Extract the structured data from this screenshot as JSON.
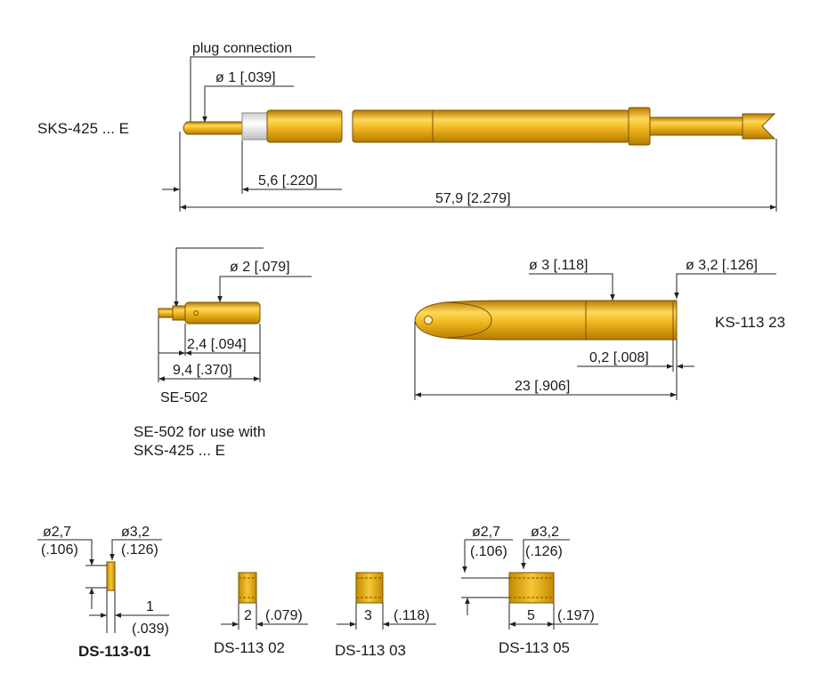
{
  "colors": {
    "gold_light": "#ffd85a",
    "gold_mid": "#e7a813",
    "gold_dark": "#b57a00",
    "sleeve": "#f2f2f2",
    "line": "#222222"
  },
  "sks": {
    "part": "SKS-425 ... E",
    "plug_label": "plug connection",
    "dia": "ø 1 [.039]",
    "len1": "5,6 [.220]",
    "total": "57,9 [2.279]"
  },
  "se": {
    "dia": "ø 2 [.079]",
    "len1": "2,4 [.094]",
    "len2": "9,4 [.370]",
    "part": "SE-502",
    "note_line1": "SE-502 for use with",
    "note_line2": "SKS-425 ... E"
  },
  "ks": {
    "dia1": "ø 3 [.118]",
    "dia2": "ø 3,2 [.126]",
    "part": "KS-113 23",
    "len1": "0,2 [.008]",
    "len2": "23 [.906]"
  },
  "ds01": {
    "dia1": "ø2,7",
    "dia1_in": "(.106)",
    "dia2": "ø3,2",
    "dia2_in": "(.126)",
    "len": "1",
    "len_in": "(.039)",
    "part": "DS-113-01"
  },
  "ds02": {
    "len": "2",
    "len_in": "(.079)",
    "part": "DS-113 02"
  },
  "ds03": {
    "len": "3",
    "len_in": "(.118)",
    "part": "DS-113 03"
  },
  "ds05": {
    "dia1": "ø2,7",
    "dia1_in": "(.106)",
    "dia2": "ø3,2",
    "dia2_in": "(.126)",
    "len": "5",
    "len_in": "(.197)",
    "part": "DS-113 05"
  }
}
